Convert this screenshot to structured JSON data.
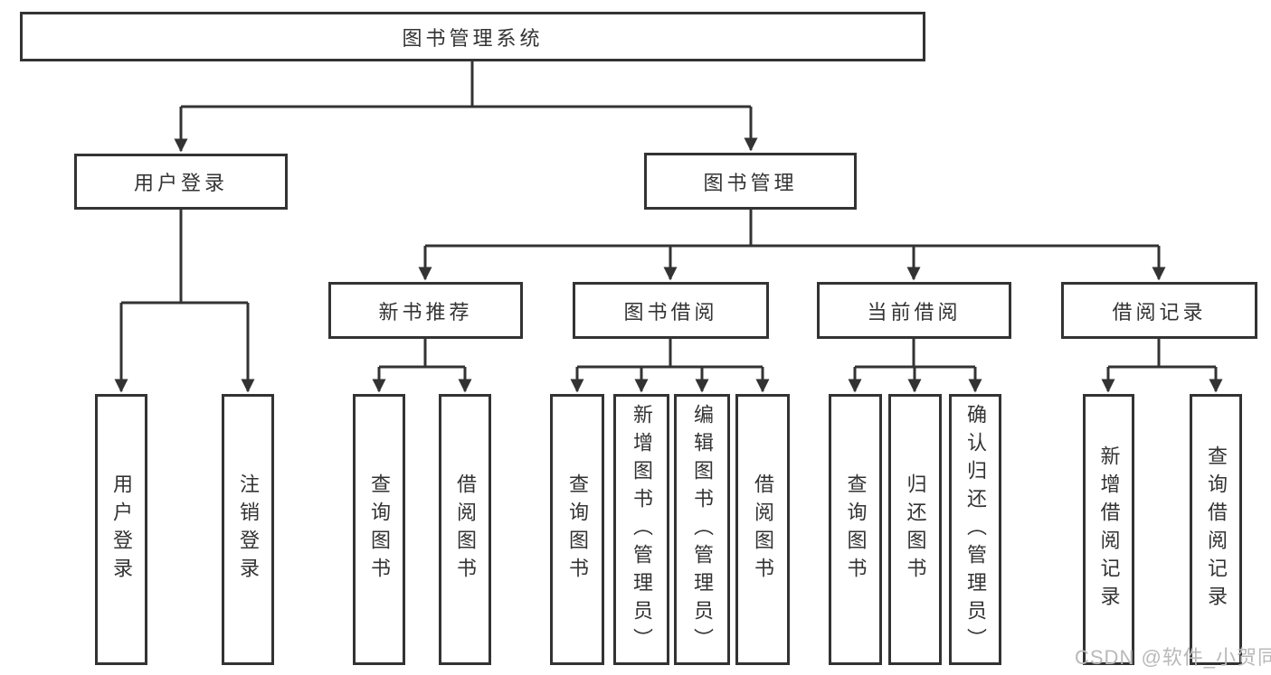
{
  "diagram_title": "图书管理系统",
  "colors": {
    "line": "#333333",
    "text": "#333333",
    "background": "#ffffff"
  },
  "watermark": {
    "text": "CSDN @软件_小贺同学",
    "color": "#b9b9b9"
  },
  "tree": [
    {
      "label": "图书管理系统",
      "children": [
        {
          "label": "用户登录",
          "children": [
            {
              "label": "用户登录"
            },
            {
              "label": "注销登录"
            }
          ]
        },
        {
          "label": "图书管理",
          "children": [
            {
              "label": "新书推荐",
              "children": [
                {
                  "label": "查询图书"
                },
                {
                  "label": "借阅图书"
                }
              ]
            },
            {
              "label": "图书借阅",
              "children": [
                {
                  "label": "查询图书"
                },
                {
                  "label": "新增图书（管理员）"
                },
                {
                  "label": "编辑图书（管理员）"
                },
                {
                  "label": "借阅图书"
                }
              ]
            },
            {
              "label": "当前借阅",
              "children": [
                {
                  "label": "查询图书"
                },
                {
                  "label": "归还图书"
                },
                {
                  "label": "确认归还（管理员）"
                }
              ]
            },
            {
              "label": "借阅记录",
              "children": [
                {
                  "label": "新增借阅记录"
                },
                {
                  "label": "查询借阅记录"
                }
              ]
            }
          ]
        }
      ]
    }
  ]
}
